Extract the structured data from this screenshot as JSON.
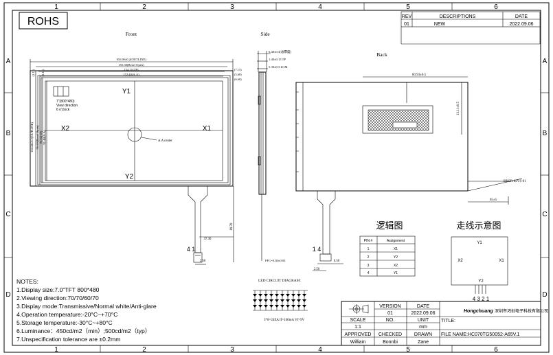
{
  "frame": {
    "columns_top": [
      "1",
      "2",
      "3",
      "4",
      "5",
      "6"
    ],
    "columns_bottom": [
      "1",
      "2",
      "3",
      "4",
      "5",
      "6"
    ],
    "rows_left": [
      "A",
      "B",
      "C",
      "D"
    ],
    "rows_right": [
      "A",
      "B",
      "C",
      "D"
    ]
  },
  "rohs_label": "ROHS",
  "revision_table": {
    "headers": [
      "REV",
      "DESCRIPTIONS",
      "DATE"
    ],
    "rows": [
      {
        "rev": "01",
        "desc": "NEW",
        "date": "2022.09.06"
      }
    ]
  },
  "views": {
    "front": "Front",
    "side": "Side",
    "back": "Back"
  },
  "front_dims": {
    "w1": "165.00±0.2(OUTLINE)",
    "w2": "155.30(Bezel Open)",
    "w3": "154.21(TP)",
    "w4": "152.40(A.A)",
    "h1": "104.44±0.2(OUTLINE)",
    "h2": "96.60(Bezel Open)",
    "h3": "94.60(TP)",
    "h4": "91.44(A.A)",
    "left_a": "(1.12)",
    "left_b": "(3.12)",
    "right_a": "(7.15)",
    "right_b": "(5.68)",
    "right_c": "(6.60)",
    "fpc_w": "37.30",
    "fpc_h": "89.70",
    "fpc_pins": "4 1",
    "fpc_end": "2.50",
    "viewdir_1": "7\"(800*480)",
    "viewdir_2": "View direction",
    "viewdir_3": "6 o'clock",
    "aa_center": "A.A center",
    "y1": "Y1",
    "y2": "Y2",
    "x1": "X1",
    "x2": "X2"
  },
  "side_dims": {
    "d1": "6.40±0.3(总厚度)",
    "d2": "1.40±0.15 TP",
    "d3": "5.30±0.3 LCM",
    "fpc": "FFC=0.30±0.03"
  },
  "back_dims": {
    "w": "60.93±0.5",
    "h": "13.11±0.5",
    "conn": "BHSR-02VS-01",
    "tail": "65±5",
    "pins": "1 4",
    "p1": "0.50",
    "p2": "2.50"
  },
  "led": {
    "title": "LED CIRCUIT DIAGRAM:",
    "caption": "3*8=24EA If=160mA Vf=9V"
  },
  "logic": {
    "title": "逻辑图",
    "headers": [
      "PIN #",
      "Assignment"
    ],
    "rows": [
      [
        "1",
        "X1"
      ],
      [
        "2",
        "Y2"
      ],
      [
        "3",
        "X2"
      ],
      [
        "4",
        "Y1"
      ]
    ]
  },
  "wiring": {
    "title": "走线示意图",
    "y1": "Y1",
    "y2": "Y2",
    "x1": "X1",
    "x2": "X2",
    "pins": "4 3 2 1"
  },
  "notes": {
    "title": "NOTES:",
    "items": [
      "1.Display size:7.0\"TFT 800*480",
      "2.Viewing direction:70/70/60/70",
      "3.Display mode:Transmissive/Normal white/Anti-glare",
      "4.Operation temperature:-20°C~+70°C",
      "5.Storage temperature:-30°C~+80°C",
      "6.Luminance：450cd/m2（min）;500cd/m2（typ）",
      "7.Unspecification tolerance are ±0.2mm"
    ]
  },
  "title_block": {
    "version_label": "VERSION",
    "version": "01",
    "date_label": "DATE",
    "date": "2022.09.06",
    "scale_label": "SCALE",
    "scale": "1:1",
    "no_label": "NO.",
    "unit_label": "UNIT",
    "unit": "mm",
    "title_label": "TITLE:",
    "approved_label": "APPROVED",
    "checked_label": "CHECKED",
    "drawn_label": "DRAWN",
    "approved": "William",
    "checked": "Bonnbi",
    "drawn": "Zane",
    "file_name": "FILE NAME:HC070TG50052-A65V.1",
    "company": "深圳市鸿创电子科技有限公司"
  }
}
